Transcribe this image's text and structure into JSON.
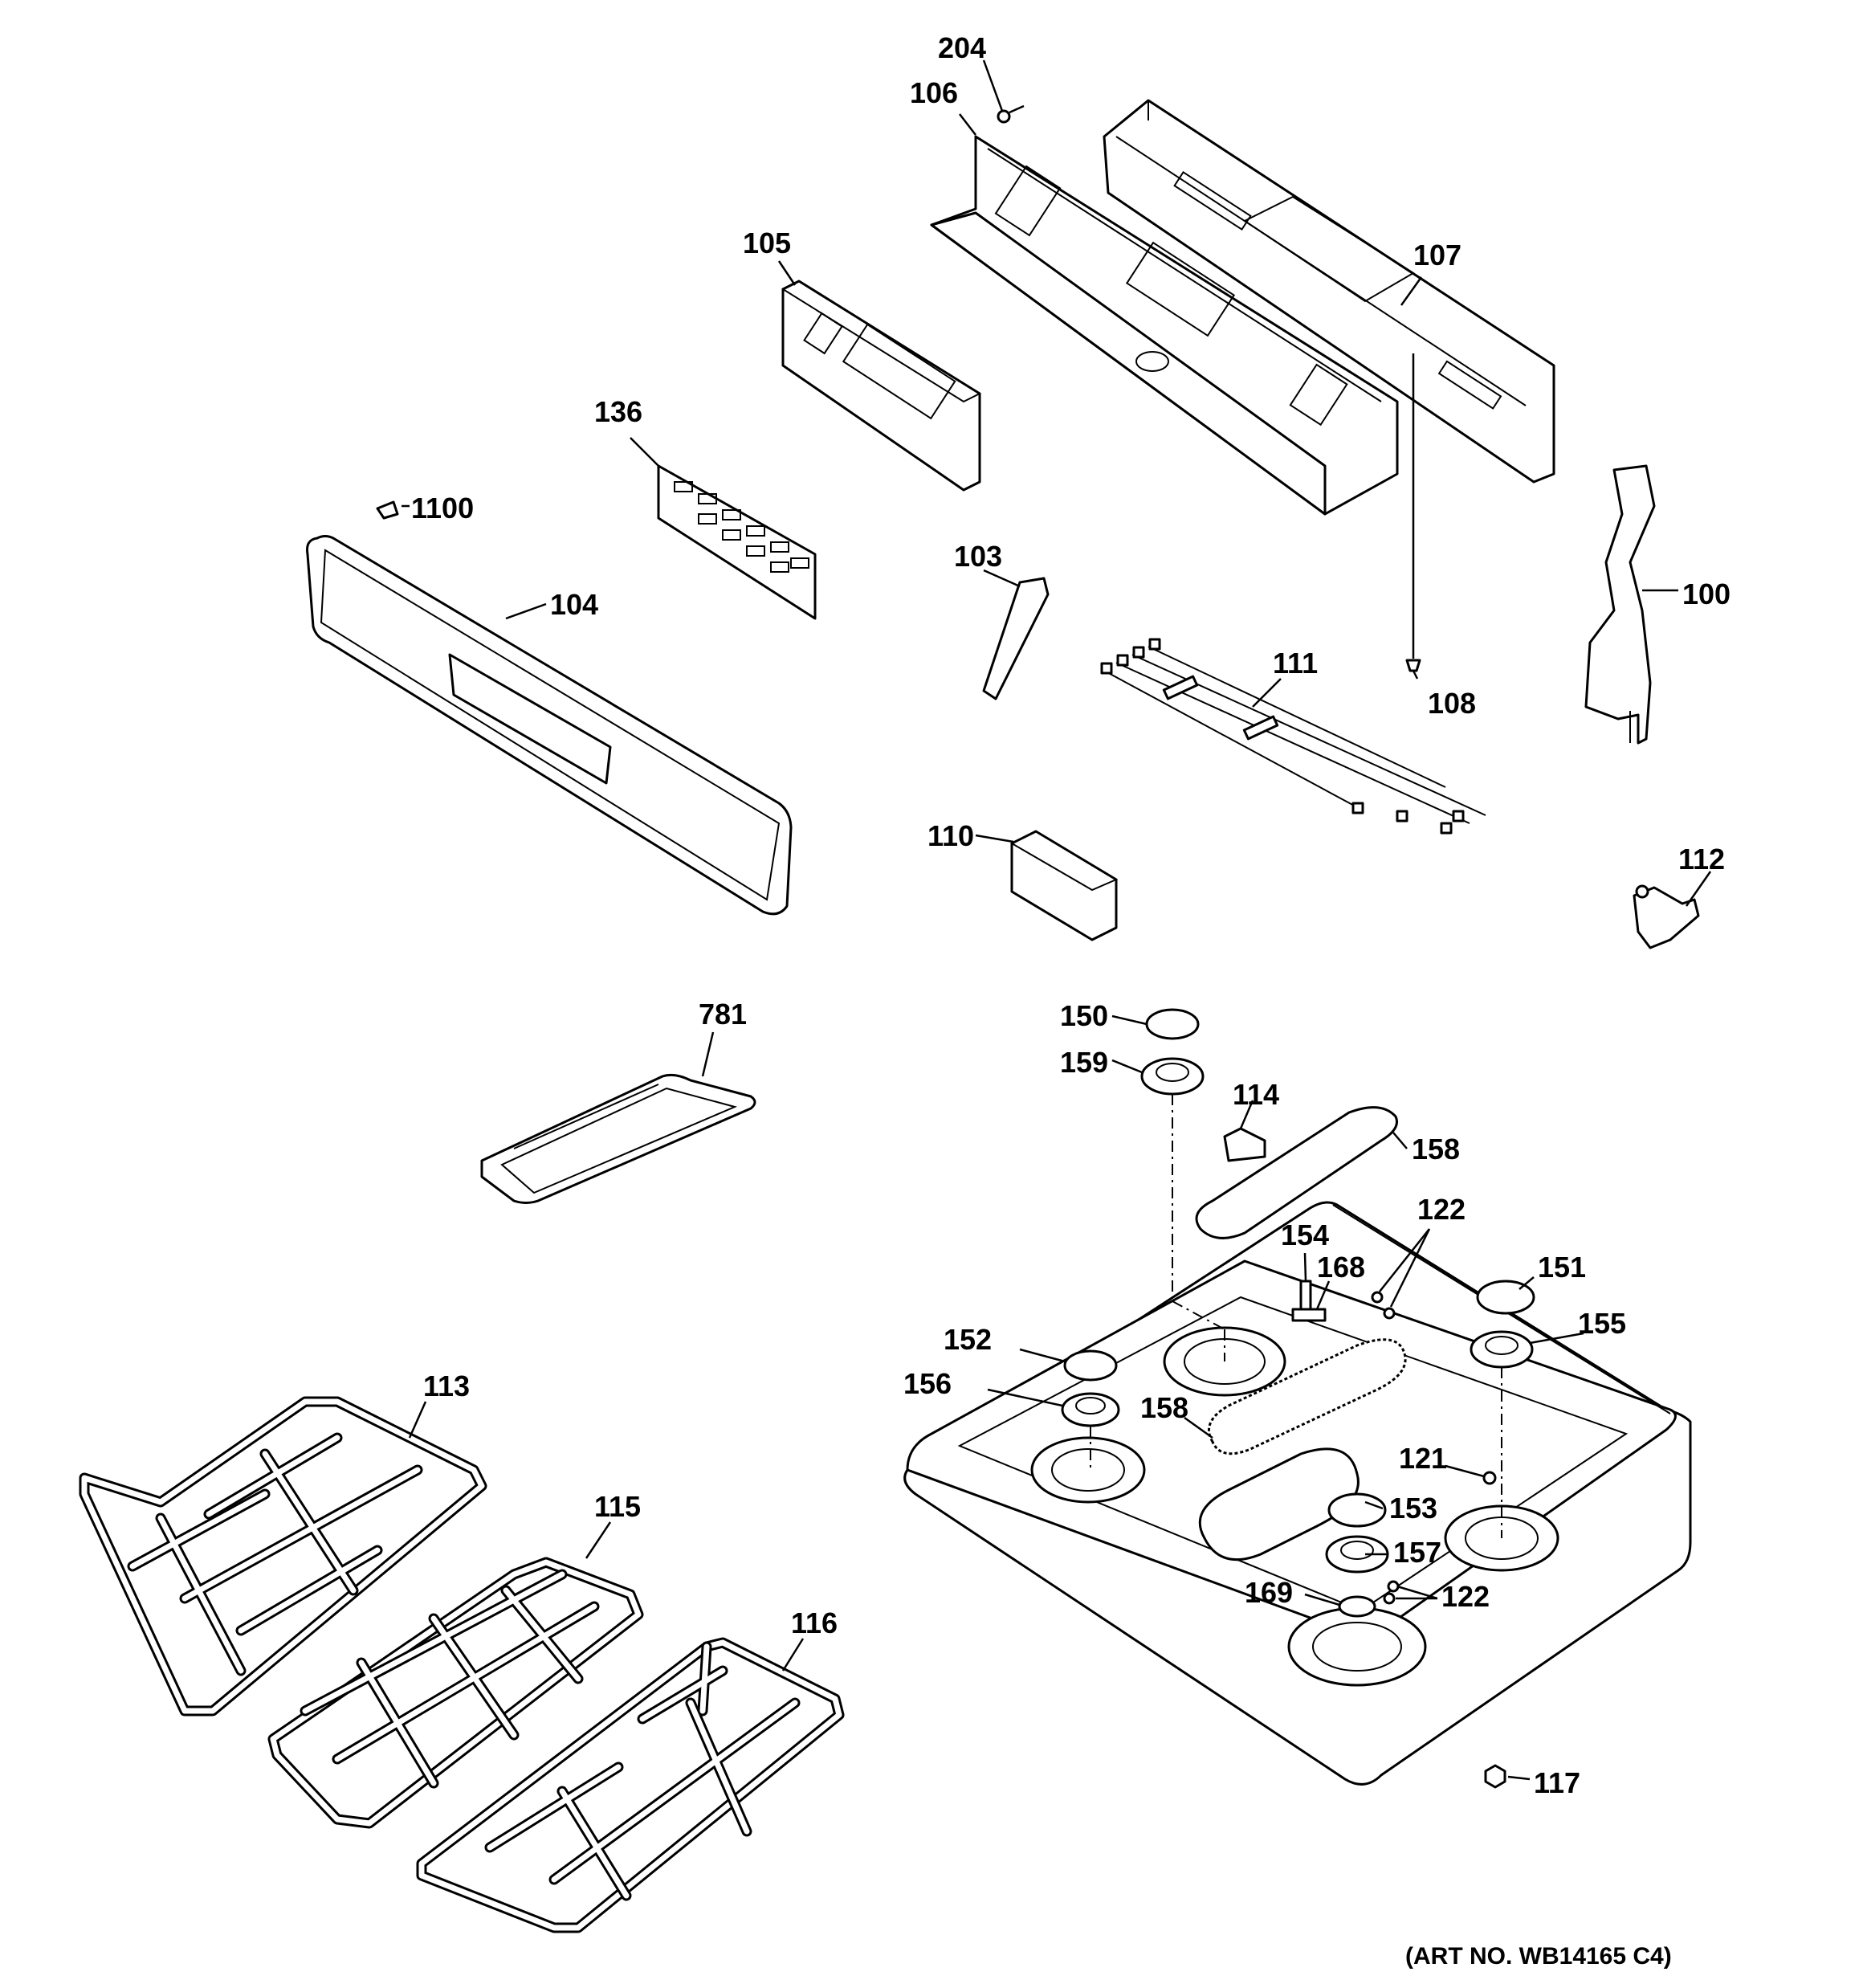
{
  "art_number": "(ART NO. WB14165 C4)",
  "callouts": {
    "p204": "204",
    "p106": "106",
    "p105": "105",
    "p107": "107",
    "p136": "136",
    "p1100": "1100",
    "p104": "104",
    "p103": "103",
    "p100": "100",
    "p111": "111",
    "p108": "108",
    "p110": "110",
    "p112": "112",
    "p781": "781",
    "p150": "150",
    "p159": "159",
    "p114": "114",
    "p158a": "158",
    "p122a": "122",
    "p154": "154",
    "p168": "168",
    "p151": "151",
    "p152": "152",
    "p155": "155",
    "p156": "156",
    "p158b": "158",
    "p121": "121",
    "p153": "153",
    "p157": "157",
    "p122b": "122",
    "p169": "169",
    "p113": "113",
    "p115": "115",
    "p116": "116",
    "p117": "117"
  }
}
